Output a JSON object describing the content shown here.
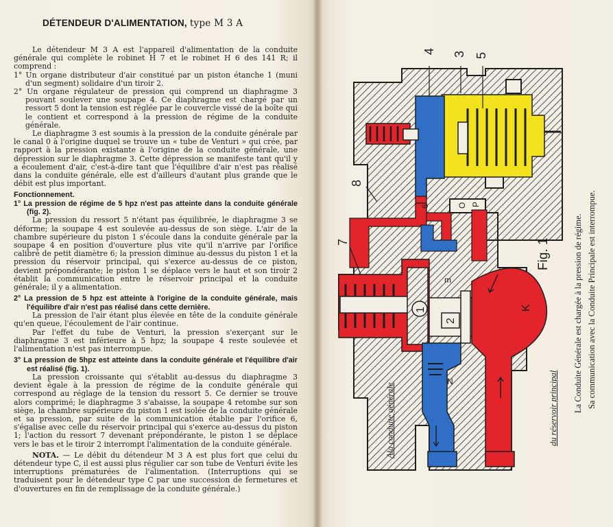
{
  "header": {
    "title": "DÉTENDEUR D'ALIMENTATION,",
    "type": "type M 3 A"
  },
  "text": {
    "intro": "Le détendeur M 3 A est l'appareil d'alimentation de la conduite générale qui complète le robinet H 7 et le robinet H 6 des 141 R; il comprend :",
    "item1": "1° Un organe distributeur d'air constitué par un piston étanche 1 (muni d'un segment) solidaire d'un tiroir 2.",
    "item2": "2° Un organe régulateur de pression qui comprend un diaphragme 3 pouvant soulever une soupape 4. Ce diaphragme est chargé par un ressort 5 dont la tension est réglée par le couvercle vissé de la boîte qui le contient et correspond à la pression de régime de la conduite générale.",
    "p_diaphragm": "Le diaphragme 3 est soumis à la pression de la conduite générale par le canal 0 à l'origine duquel se trouve un « tube de Venturi » qui crée, par rapport à la pression existante à l'origine de la conduite générale, une dépression sur le diaphragme 3. Cette dépression se manifeste tant qu'il y a écoulement d'air, c'est-à-dire tant que l'équilibre d'air n'est pas réalisé dans la conduite générale, elle est d'ailleurs d'autant plus grande que le débit est plus important.",
    "fonctionnement": "Fonctionnement.",
    "sub1": "1° La pression de régime de 5 hpz n'est pas atteinte dans la conduite générale (fig. 2).",
    "sub1_p": "La pression du ressort 5 n'étant pas équilibrée, le diaphragme 3 se déforme; la soupape 4 est soulevée au-dessus de son siège. L'air de la chambre supérieure du piston 1 s'écoule dans la conduite générale par la soupape 4 en position d'ouverture plus vite qu'il n'arrive par l'orifice calibré de petit diamètre 6; la pression diminue au-dessus du piston 1 et la pression du réservoir principal, qui s'exerce au-dessus de ce piston, devient prépondérante; le piston 1 se déplace vers le haut et son tiroir 2 établit la communication entre le réservoir principal et la conduite générale; il y a alimentation.",
    "sub2": "2° La pression de 5 hpz est atteinte à l'origine de la conduite générale, mais l'équilibre d'air n'est pas réalisé dans cette dernière.",
    "sub2_p1": "La pression de l'air étant plus élevée en tête de la conduite générale qu'en queue, l'écoulement de l'air continue.",
    "sub2_p2": "Par l'effet du tube de Venturi, la pression s'exerçant sur le diaphragme 3 est inférieure à 5 hpz; la soupape 4 reste soulevée et l'alimentation n'est pas interrompue.",
    "sub3": "3° La pression de 5hpz est atteinte dans la conduite générale et l'équilibre d'air est réalisé (fig. 1).",
    "sub3_p": "La pression croissante qui s'établit au-dessus du diaphragme 3 devient égale à la pression de régime de la conduite générale qui correspond au réglage de la tension du ressort 5. Ce dernier se trouve alors comprimé; le diaphragme 3 s'abaisse, la soupape 4 retombe sur son siège, la chambre supérieure du piston 1 est isolée de la conduite générale et sa pression, par suite de la communication établie par l'orifice 6, s'égalise avec celle du réservoir principal qui s'exerce au-dessus du piston 1; l'action du ressort 7 devenant prépondérante, le piston 1 se déplace vers le bas et le tiroir 2 interrompt l'alimentation de la conduite générale.",
    "nota_label": "NOTA.",
    "nota_text": " — Le débit du détendeur M 3 A est plus fort que celui du détendeur type C, il est aussi plus régulier car son tube de Venturi évite les interruptions prématurées de l'alimentation. (Interruptions qui se traduisent pour le détendeur type C par une succession de fermetures et d'ouvertures en fin de remplissage de la conduite générale.)"
  },
  "figure": {
    "label": "Fig. 1",
    "caption_line1": "La Conduite Générale est chargée à la pression de régime.",
    "caption_line2": "Sa communication avec la Conduite Principale est interrompue.",
    "label_conduite": "Ala conduite générale",
    "label_reservoir": "du réservoir principal",
    "num4": "4",
    "num3": "3",
    "num5": "5",
    "num8": "8",
    "num7": "7",
    "num6": "6",
    "numO": "O",
    "numP": "P",
    "num1": "1",
    "num2": "2",
    "numK": "K",
    "numN": "N",
    "numm": "m",
    "colors": {
      "red": "#e2242b",
      "blue": "#2f6fc7",
      "yellow": "#f3e31c",
      "hatch": "#2a2a2a"
    }
  }
}
